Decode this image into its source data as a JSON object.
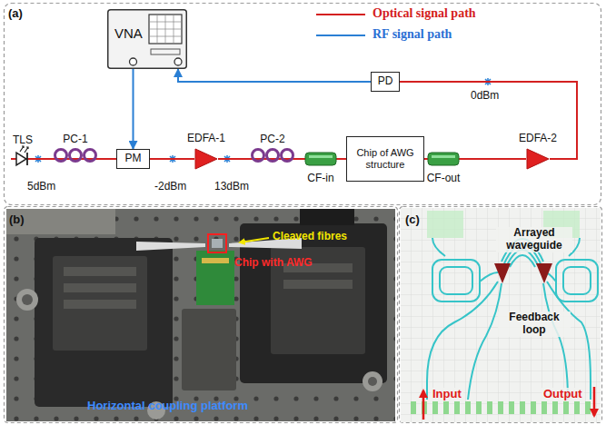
{
  "diagram": {
    "nodes": [
      {
        "text": [
          "VNA"
        ]
      },
      {
        "text": [
          "PD"
        ]
      },
      {
        "text": [
          "TLS"
        ]
      },
      {
        "text": [
          "PC-1"
        ]
      },
      {
        "text": [
          "PM"
        ]
      },
      {
        "text": [
          "EDFA-1"
        ]
      },
      {
        "text": [
          "PC-2"
        ]
      },
      {
        "text": [
          "CF-in"
        ]
      },
      {
        "text": [
          "Chip of AWG structure"
        ]
      },
      {
        "text": [
          "CF-out"
        ]
      },
      {
        "text": [
          "EDFA-2"
        ]
      }
    ],
    "edges": [
      {
        "from": 2,
        "to": 3,
        "arrow": "none"
      },
      {
        "from": 3,
        "to": 4,
        "arrow": "none"
      },
      {
        "from": 4,
        "to": 5,
        "arrow": "none"
      },
      {
        "from": 5,
        "to": 6,
        "arrow": "none"
      },
      {
        "from": 6,
        "to": 7,
        "arrow": "none"
      },
      {
        "from": 7,
        "to": 8,
        "arrow": "none"
      },
      {
        "from": 8,
        "to": 9,
        "arrow": "none"
      },
      {
        "from": 9,
        "to": 10,
        "arrow": "none"
      },
      {
        "from": 10,
        "to": 1,
        "arrow": "none"
      },
      {
        "from": 1,
        "to": 0,
        "arrow": "to"
      },
      {
        "from": 0,
        "to": 4,
        "arrow": "to"
      }
    ],
    "labels": [
      "(a)",
      "5dBm",
      "-2dBm",
      "13dBm",
      "0dBm",
      "(b)",
      "Chip with AWG",
      "Cleaved fibres",
      "Horizontal coupling platform",
      "(c)",
      "Arrayed waveguide",
      "Feedback loop",
      "Input",
      "Output"
    ],
    "legend": [
      {
        "text": "Optical signal path"
      },
      {
        "text": "RF signal path"
      }
    ]
  }
}
